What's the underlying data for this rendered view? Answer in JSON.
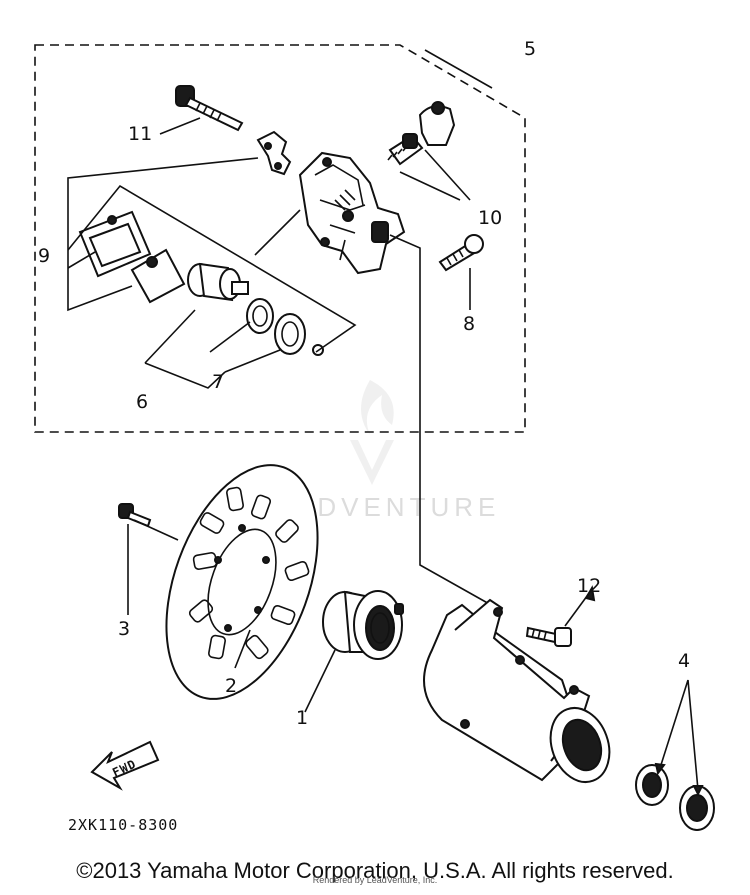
{
  "diagram": {
    "callouts": {
      "c1": "1",
      "c2": "2",
      "c3": "3",
      "c4": "4",
      "c5": "5",
      "c6": "6",
      "c7": "7",
      "c8": "8",
      "c9": "9",
      "c10": "10",
      "c11": "11",
      "c12": "12"
    },
    "fwd_label": "FWD",
    "part_number": "2XK110-8300",
    "watermark": "ADVENTURE"
  },
  "footer": {
    "copyright": "©2013 Yamaha Motor Corporation, U.S.A. All rights reserved.",
    "rendered_by": "Rendered by LeadVenture, Inc."
  }
}
